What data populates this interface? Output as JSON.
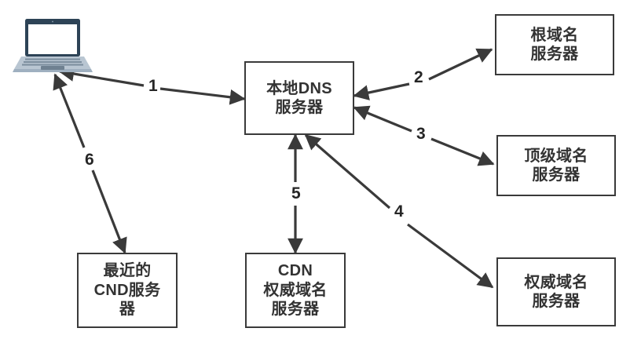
{
  "diagram": {
    "title": "DNS resolution with CDN flow diagram",
    "colors": {
      "stroke": "#3a3a3a",
      "text": "#333333",
      "label_text": "#262626",
      "box_fill": "#ffffff",
      "laptop_bezel": "#2d4356",
      "laptop_base": "#9fb0c0",
      "laptop_screen": "#ffffff",
      "background": "#ffffff"
    },
    "nodes": [
      {
        "id": "client",
        "name": "client-laptop",
        "type": "icon",
        "icon": "laptop-icon",
        "lines": []
      },
      {
        "id": "local-dns",
        "name": "local-dns-server",
        "type": "box",
        "lines": [
          "本地DNS",
          "服务器"
        ]
      },
      {
        "id": "root-dns",
        "name": "root-domain-name-server",
        "type": "box",
        "lines": [
          "根域名",
          "服务器"
        ]
      },
      {
        "id": "tld-dns",
        "name": "top-level-domain-name-server",
        "type": "box",
        "lines": [
          "顶级域名",
          "服务器"
        ]
      },
      {
        "id": "auth-dns",
        "name": "authoritative-domain-name-server",
        "type": "box",
        "lines": [
          "权威域名",
          "服务器"
        ]
      },
      {
        "id": "cdn-auth-dns",
        "name": "cdn-authoritative-domain-name-server",
        "type": "box",
        "lines": [
          "CDN",
          "权威域名",
          "服务器"
        ]
      },
      {
        "id": "nearest-cdn",
        "name": "nearest-cdn-server",
        "type": "box",
        "lines": [
          "最近的",
          "CND服务",
          "器"
        ]
      }
    ],
    "edges": [
      {
        "id": "edge-1",
        "name": "edge-client-to-local-dns",
        "label": "1",
        "from": "client",
        "to": "local-dns",
        "arrows": "both"
      },
      {
        "id": "edge-2",
        "name": "edge-local-dns-to-root-dns",
        "label": "2",
        "from": "local-dns",
        "to": "root-dns",
        "arrows": "both"
      },
      {
        "id": "edge-3",
        "name": "edge-local-dns-to-tld-dns",
        "label": "3",
        "from": "local-dns",
        "to": "tld-dns",
        "arrows": "both"
      },
      {
        "id": "edge-4",
        "name": "edge-local-dns-to-auth-dns",
        "label": "4",
        "from": "local-dns",
        "to": "auth-dns",
        "arrows": "both"
      },
      {
        "id": "edge-5",
        "name": "edge-local-dns-to-cdn-auth-dns",
        "label": "5",
        "from": "local-dns",
        "to": "cdn-auth-dns",
        "arrows": "both"
      },
      {
        "id": "edge-6",
        "name": "edge-client-to-nearest-cdn",
        "label": "6",
        "from": "client",
        "to": "nearest-cdn",
        "arrows": "both"
      }
    ]
  }
}
